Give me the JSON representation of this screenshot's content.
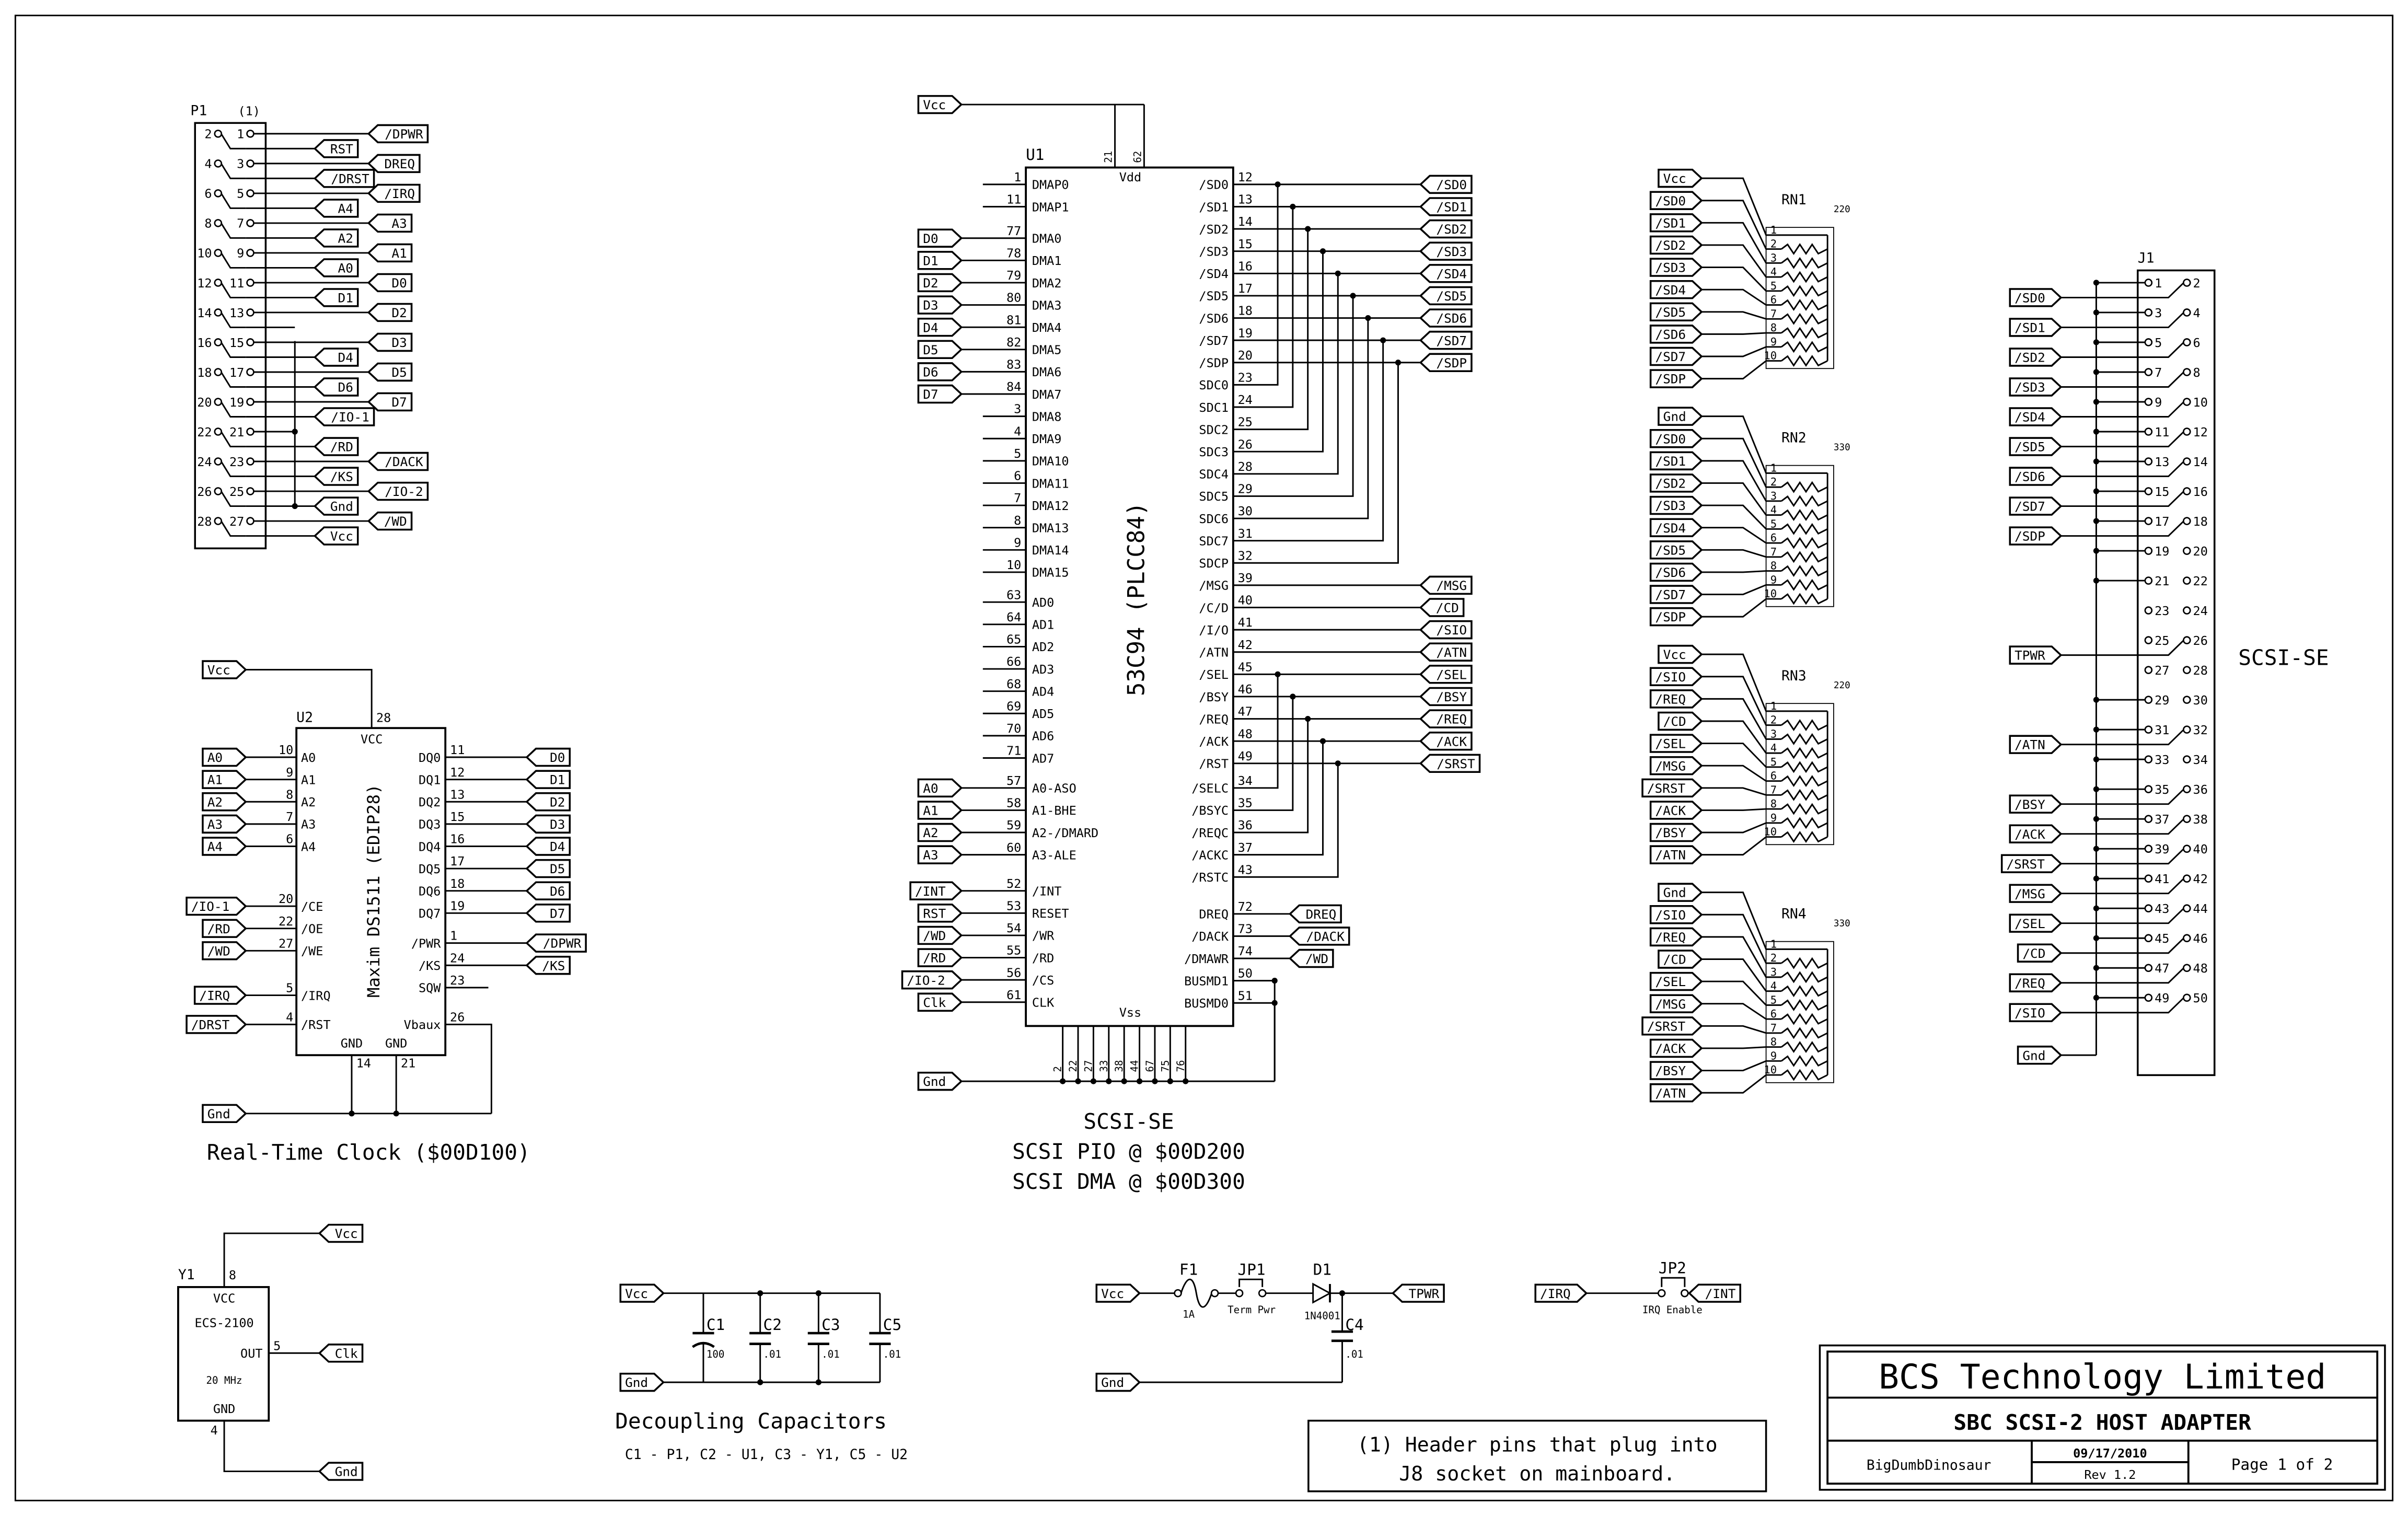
{
  "p1": {
    "ref": "P1",
    "note": "(1)",
    "rows": [
      {
        "odd": "1",
        "odd_net": "/DPWR",
        "even": "2",
        "even_net": "RST"
      },
      {
        "odd": "3",
        "odd_net": "DREQ",
        "even": "4",
        "even_net": "/DRST"
      },
      {
        "odd": "5",
        "odd_net": "/IRQ",
        "even": "6",
        "even_net": "A4"
      },
      {
        "odd": "7",
        "odd_net": "A3",
        "even": "8",
        "even_net": "A2"
      },
      {
        "odd": "9",
        "odd_net": "A1",
        "even": "10",
        "even_net": "A0"
      },
      {
        "odd": "11",
        "odd_net": "D0",
        "even": "12",
        "even_net": "D1"
      },
      {
        "odd": "13",
        "odd_net": "D2",
        "even": "14",
        "even_net": ""
      },
      {
        "odd": "15",
        "odd_net": "D3",
        "even": "16",
        "even_net": "D4"
      },
      {
        "odd": "17",
        "odd_net": "D5",
        "even": "18",
        "even_net": "D6"
      },
      {
        "odd": "19",
        "odd_net": "D7",
        "even": "20",
        "even_net": "/IO-1"
      },
      {
        "odd": "21",
        "odd_net": "",
        "even": "22",
        "even_net": "/RD"
      },
      {
        "odd": "23",
        "odd_net": "/DACK",
        "even": "24",
        "even_net": "/KS"
      },
      {
        "odd": "25",
        "odd_net": "/IO-2",
        "even": "26",
        "even_net": "Gnd"
      },
      {
        "odd": "27",
        "odd_net": "/WD",
        "even": "28",
        "even_net": "Vcc"
      }
    ]
  },
  "u1": {
    "ref": "U1",
    "part": "53C94 (PLCC84)",
    "vcc_net": "Vcc",
    "gnd_net": "Gnd",
    "vdd_label": "Vdd",
    "vss_label": "Vss",
    "vdd_pins": [
      "21",
      "62"
    ],
    "vss_pins": [
      "2",
      "22",
      "27",
      "33",
      "38",
      "44",
      "67",
      "75",
      "76"
    ],
    "left_groups": [
      [
        {
          "num": "1",
          "name": "DMAP0",
          "net": ""
        },
        {
          "num": "11",
          "name": "DMAP1",
          "net": ""
        }
      ],
      [
        {
          "num": "77",
          "name": "DMA0",
          "net": "D0"
        },
        {
          "num": "78",
          "name": "DMA1",
          "net": "D1"
        },
        {
          "num": "79",
          "name": "DMA2",
          "net": "D2"
        },
        {
          "num": "80",
          "name": "DMA3",
          "net": "D3"
        },
        {
          "num": "81",
          "name": "DMA4",
          "net": "D4"
        },
        {
          "num": "82",
          "name": "DMA5",
          "net": "D5"
        },
        {
          "num": "83",
          "name": "DMA6",
          "net": "D6"
        },
        {
          "num": "84",
          "name": "DMA7",
          "net": "D7"
        },
        {
          "num": "3",
          "name": "DMA8",
          "net": ""
        },
        {
          "num": "4",
          "name": "DMA9",
          "net": ""
        },
        {
          "num": "5",
          "name": "DMA10",
          "net": ""
        },
        {
          "num": "6",
          "name": "DMA11",
          "net": ""
        },
        {
          "num": "7",
          "name": "DMA12",
          "net": ""
        },
        {
          "num": "8",
          "name": "DMA13",
          "net": ""
        },
        {
          "num": "9",
          "name": "DMA14",
          "net": ""
        },
        {
          "num": "10",
          "name": "DMA15",
          "net": ""
        }
      ],
      [
        {
          "num": "63",
          "name": "AD0",
          "net": ""
        },
        {
          "num": "64",
          "name": "AD1",
          "net": ""
        },
        {
          "num": "65",
          "name": "AD2",
          "net": ""
        },
        {
          "num": "66",
          "name": "AD3",
          "net": ""
        },
        {
          "num": "68",
          "name": "AD4",
          "net": ""
        },
        {
          "num": "69",
          "name": "AD5",
          "net": ""
        },
        {
          "num": "70",
          "name": "AD6",
          "net": ""
        },
        {
          "num": "71",
          "name": "AD7",
          "net": ""
        }
      ],
      [
        {
          "num": "57",
          "name": "A0-ASO",
          "net": "A0"
        },
        {
          "num": "58",
          "name": "A1-BHE",
          "net": "A1"
        },
        {
          "num": "59",
          "name": "A2-/DMARD",
          "net": "A2"
        },
        {
          "num": "60",
          "name": "A3-ALE",
          "net": "A3"
        }
      ],
      [
        {
          "num": "52",
          "name": "/INT",
          "net": "/INT"
        },
        {
          "num": "53",
          "name": "RESET",
          "net": "RST"
        },
        {
          "num": "54",
          "name": "/WR",
          "net": "/WD"
        },
        {
          "num": "55",
          "name": "/RD",
          "net": "/RD"
        },
        {
          "num": "56",
          "name": "/CS",
          "net": "/IO-2"
        },
        {
          "num": "61",
          "name": "CLK",
          "net": "Clk"
        }
      ]
    ],
    "right_groups": [
      [
        {
          "num": "12",
          "name": "/SD0",
          "net": "/SD0"
        },
        {
          "num": "13",
          "name": "/SD1",
          "net": "/SD1"
        },
        {
          "num": "14",
          "name": "/SD2",
          "net": "/SD2"
        },
        {
          "num": "15",
          "name": "/SD3",
          "net": "/SD3"
        },
        {
          "num": "16",
          "name": "/SD4",
          "net": "/SD4"
        },
        {
          "num": "17",
          "name": "/SD5",
          "net": "/SD5"
        },
        {
          "num": "18",
          "name": "/SD6",
          "net": "/SD6"
        },
        {
          "num": "19",
          "name": "/SD7",
          "net": "/SD7"
        },
        {
          "num": "20",
          "name": "/SDP",
          "net": "/SDP"
        },
        {
          "num": "23",
          "name": "SDC0",
          "net": ""
        },
        {
          "num": "24",
          "name": "SDC1",
          "net": ""
        },
        {
          "num": "25",
          "name": "SDC2",
          "net": ""
        },
        {
          "num": "26",
          "name": "SDC3",
          "net": ""
        },
        {
          "num": "28",
          "name": "SDC4",
          "net": ""
        },
        {
          "num": "29",
          "name": "SDC5",
          "net": ""
        },
        {
          "num": "30",
          "name": "SDC6",
          "net": ""
        },
        {
          "num": "31",
          "name": "SDC7",
          "net": ""
        },
        {
          "num": "32",
          "name": "SDCP",
          "net": ""
        },
        {
          "num": "39",
          "name": "/MSG",
          "net": "/MSG"
        },
        {
          "num": "40",
          "name": "/C/D",
          "net": "/CD"
        },
        {
          "num": "41",
          "name": "/I/O",
          "net": "/SIO"
        },
        {
          "num": "42",
          "name": "/ATN",
          "net": "/ATN"
        },
        {
          "num": "45",
          "name": "/SEL",
          "net": "/SEL"
        },
        {
          "num": "46",
          "name": "/BSY",
          "net": "/BSY"
        },
        {
          "num": "47",
          "name": "/REQ",
          "net": "/REQ"
        },
        {
          "num": "48",
          "name": "/ACK",
          "net": "/ACK"
        },
        {
          "num": "49",
          "name": "/RST",
          "net": "/SRST"
        }
      ],
      [
        {
          "num": "34",
          "name": "/SELC",
          "net": ""
        },
        {
          "num": "35",
          "name": "/BSYC",
          "net": ""
        },
        {
          "num": "36",
          "name": "/REQC",
          "net": ""
        },
        {
          "num": "37",
          "name": "/ACKC",
          "net": ""
        },
        {
          "num": "43",
          "name": "/RSTC",
          "net": ""
        }
      ],
      [
        {
          "num": "72",
          "name": "DREQ",
          "net": "DREQ"
        },
        {
          "num": "73",
          "name": "/DACK",
          "net": "/DACK"
        },
        {
          "num": "74",
          "name": "/DMAWR",
          "net": "/WD"
        },
        {
          "num": "50",
          "name": "BUSMD1",
          "net": ""
        },
        {
          "num": "51",
          "name": "BUSMD0",
          "net": ""
        }
      ]
    ],
    "captions": [
      "SCSI-SE",
      "SCSI PIO @ $00D200",
      "SCSI DMA @ $00D300"
    ]
  },
  "u2": {
    "ref": "U2",
    "part": "Maxim DS1511 (EDIP28)",
    "vcc_label": "VCC",
    "vcc_pin": "28",
    "vcc_net": "Vcc",
    "gnd_label": "GND",
    "gnd_pins": [
      "14",
      "21"
    ],
    "gnd_net": "Gnd",
    "left_groups": [
      [
        {
          "num": "10",
          "name": "A0",
          "net": "A0"
        },
        {
          "num": "9",
          "name": "A1",
          "net": "A1"
        },
        {
          "num": "8",
          "name": "A2",
          "net": "A2"
        },
        {
          "num": "7",
          "name": "A3",
          "net": "A3"
        },
        {
          "num": "6",
          "name": "A4",
          "net": "A4"
        }
      ],
      [
        {
          "num": "20",
          "name": "/CE",
          "net": "/IO-1"
        },
        {
          "num": "22",
          "name": "/OE",
          "net": "/RD"
        },
        {
          "num": "27",
          "name": "/WE",
          "net": "/WD"
        }
      ],
      [
        {
          "num": "5",
          "name": "/IRQ",
          "net": "/IRQ"
        }
      ],
      [
        {
          "num": "4",
          "name": "/RST",
          "net": "/DRST"
        }
      ]
    ],
    "right_groups": [
      [
        {
          "num": "11",
          "name": "DQ0",
          "net": "D0"
        },
        {
          "num": "12",
          "name": "DQ1",
          "net": "D1"
        },
        {
          "num": "13",
          "name": "DQ2",
          "net": "D2"
        },
        {
          "num": "15",
          "name": "DQ3",
          "net": "D3"
        },
        {
          "num": "16",
          "name": "DQ4",
          "net": "D4"
        },
        {
          "num": "17",
          "name": "DQ5",
          "net": "D5"
        },
        {
          "num": "18",
          "name": "DQ6",
          "net": "D6"
        },
        {
          "num": "19",
          "name": "DQ7",
          "net": "D7"
        }
      ],
      [
        {
          "num": "1",
          "name": "/PWR",
          "net": "/DPWR"
        },
        {
          "num": "24",
          "name": "/KS",
          "net": "/KS"
        },
        {
          "num": "23",
          "name": "SQW",
          "net": ""
        }
      ],
      [
        {
          "num": "26",
          "name": "Vbaux",
          "net": ""
        }
      ]
    ],
    "caption": "Real-Time Clock ($00D100)"
  },
  "resistor_networks": {
    "pin_numbers": [
      "1",
      "2",
      "3",
      "4",
      "5",
      "6",
      "7",
      "8",
      "9",
      "10"
    ],
    "items": [
      {
        "ref": "RN1",
        "value": "220",
        "nets": [
          "Vcc",
          "/SD0",
          "/SD1",
          "/SD2",
          "/SD3",
          "/SD4",
          "/SD5",
          "/SD6",
          "/SD7",
          "/SDP"
        ]
      },
      {
        "ref": "RN2",
        "value": "330",
        "nets": [
          "Gnd",
          "/SD0",
          "/SD1",
          "/SD2",
          "/SD3",
          "/SD4",
          "/SD5",
          "/SD6",
          "/SD7",
          "/SDP"
        ]
      },
      {
        "ref": "RN3",
        "value": "220",
        "nets": [
          "Vcc",
          "/SIO",
          "/REQ",
          "/CD",
          "/SEL",
          "/MSG",
          "/SRST",
          "/ACK",
          "/BSY",
          "/ATN"
        ]
      },
      {
        "ref": "RN4",
        "value": "330",
        "nets": [
          "Gnd",
          "/SIO",
          "/REQ",
          "/CD",
          "/SEL",
          "/MSG",
          "/SRST",
          "/ACK",
          "/BSY",
          "/ATN"
        ]
      }
    ]
  },
  "j1": {
    "ref": "J1",
    "caption": "SCSI-SE",
    "gnd_net": "Gnd",
    "pin_numbers": [
      "1",
      "2",
      "3",
      "4",
      "5",
      "6",
      "7",
      "8",
      "9",
      "10",
      "11",
      "12",
      "13",
      "14",
      "15",
      "16",
      "17",
      "18",
      "19",
      "20",
      "21",
      "22",
      "23",
      "24",
      "25",
      "26",
      "27",
      "28",
      "29",
      "30",
      "31",
      "32",
      "33",
      "34",
      "35",
      "36",
      "37",
      "38",
      "39",
      "40",
      "41",
      "42",
      "43",
      "44",
      "45",
      "46",
      "47",
      "48",
      "49",
      "50"
    ],
    "row_nets": [
      "/SD0",
      "/SD1",
      "/SD2",
      "/SD3",
      "/SD4",
      "/SD5",
      "/SD6",
      "/SD7",
      "/SDP",
      "",
      "",
      "",
      "TPWR",
      "",
      "",
      "/ATN",
      "",
      "/BSY",
      "/ACK",
      "/SRST",
      "/MSG",
      "/SEL",
      "/CD",
      "/REQ",
      "/SIO"
    ]
  },
  "y1": {
    "ref": "Y1",
    "part": "ECS-2100",
    "freq": "20 MHz",
    "vcc_label": "VCC",
    "out_label": "OUT",
    "gnd_label": "GND",
    "vcc_pin": "8",
    "out_pin": "5",
    "gnd_pin": "4",
    "vcc_net": "Vcc",
    "out_net": "Clk",
    "gnd_net": "Gnd"
  },
  "decoupling": {
    "vcc_net": "Vcc",
    "gnd_net": "Gnd",
    "caps": [
      {
        "ref": "C1",
        "value": "100"
      },
      {
        "ref": "C2",
        "value": ".01"
      },
      {
        "ref": "C3",
        "value": ".01"
      },
      {
        "ref": "C5",
        "value": ".01"
      }
    ],
    "title": "Decoupling Capacitors",
    "note": "C1 - P1, C2 - U1, C3 - Y1, C5 - U2"
  },
  "term_power": {
    "vcc_net": "Vcc",
    "gnd_net": "Gnd",
    "out_net": "TPWR",
    "fuse_ref": "F1",
    "fuse_value": "1A",
    "jumper_ref": "JP1",
    "jumper_label": "Term Pwr",
    "diode_ref": "D1",
    "diode_part": "1N4001",
    "cap_ref": "C4",
    "cap_value": ".01"
  },
  "irq_jumper": {
    "ref": "JP2",
    "label": "IRQ Enable",
    "in_net": "/IRQ",
    "out_net": "/INT"
  },
  "footnote": {
    "lines": [
      "(1) Header pins that plug into",
      "J8 socket on mainboard."
    ]
  },
  "title_block": {
    "company": "BCS Technology Limited",
    "project": "SBC SCSI-2 HOST ADAPTER",
    "author": "BigDumbDinosaur",
    "date": "09/17/2010",
    "rev": "Rev  1.2",
    "page": "Page 1  of 2"
  }
}
